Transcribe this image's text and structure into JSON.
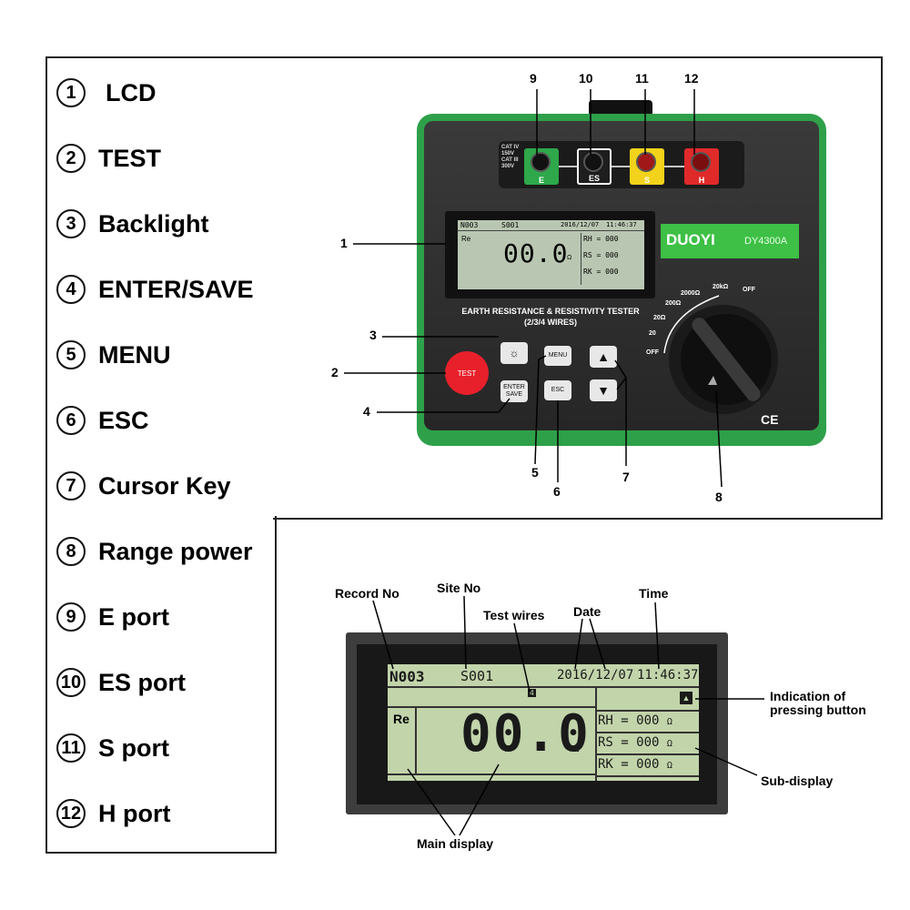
{
  "legend": [
    {
      "num": "1",
      "label": "LCD"
    },
    {
      "num": "2",
      "label": "TEST"
    },
    {
      "num": "3",
      "label": "Backlight"
    },
    {
      "num": "4",
      "label": "ENTER/SAVE"
    },
    {
      "num": "5",
      "label": "MENU"
    },
    {
      "num": "6",
      "label": "ESC"
    },
    {
      "num": "7",
      "label": "Cursor Key"
    },
    {
      "num": "8",
      "label": "Range power"
    },
    {
      "num": "9",
      "label": "E port"
    },
    {
      "num": "10",
      "label": "ES port"
    },
    {
      "num": "11",
      "label": "S port"
    },
    {
      "num": "12",
      "label": "H port"
    }
  ],
  "device": {
    "brand": "DUOYI",
    "model": "DY4300A",
    "caption_line1": "EARTH RESISTANCE & RESISTIVITY TESTER",
    "caption_line2": "(2/3/4 WIRES)",
    "cat_rating": [
      "CAT IV",
      "150V",
      "CAT III",
      "300V"
    ],
    "ports": [
      {
        "label": "E",
        "color": "#2ea84a"
      },
      {
        "label": "ES",
        "color": "#1e1e1e"
      },
      {
        "label": "S",
        "color": "#f2d21a"
      },
      {
        "label": "H",
        "color": "#e02a2a"
      }
    ],
    "keys": {
      "test": "TEST",
      "menu": "MENU",
      "enter": "ENTER",
      "save": "SAVE",
      "esc": "ESC",
      "up": "▲",
      "down": "▼"
    },
    "dial": [
      "OFF",
      "20",
      "20Ω",
      "200Ω",
      "2000Ω",
      "20kΩ",
      "OFF"
    ],
    "ce": "CE"
  },
  "callouts": {
    "c1": "1",
    "c2": "2",
    "c3": "3",
    "c4": "4",
    "c5": "5",
    "c6": "6",
    "c7": "7",
    "c8": "8",
    "c9": "9",
    "c10": "10",
    "c11": "11",
    "c12": "12"
  },
  "lcd": {
    "record": "N003",
    "site": "S001",
    "date": "2016/12/07",
    "time": "11:46:37",
    "wires": "4",
    "mode": "Re",
    "main_value": "00.0",
    "unit": "Ω",
    "sub": [
      {
        "label": "RH",
        "value": "= 000",
        "unit": "Ω"
      },
      {
        "label": "RS",
        "value": "= 000",
        "unit": "Ω"
      },
      {
        "label": "RK",
        "value": "= 000",
        "unit": "Ω"
      }
    ]
  },
  "annotations": {
    "record_no": "Record No",
    "site_no": "Site No",
    "test_wires": "Test wires",
    "date": "Date",
    "time": "Time",
    "indication_1": "Indication of",
    "indication_2": "pressing button",
    "sub_display": "Sub-display",
    "main_display": "Main display"
  }
}
